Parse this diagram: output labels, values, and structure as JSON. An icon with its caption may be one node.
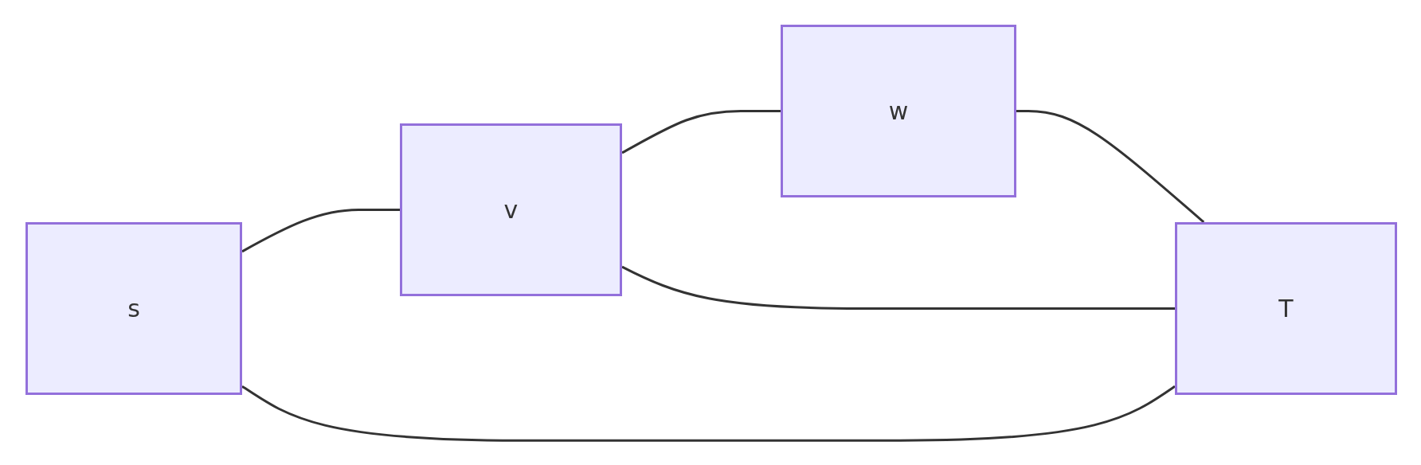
{
  "diagram": {
    "nodes": [
      {
        "text": [
          "s"
        ]
      },
      {
        "text": [
          "v"
        ]
      },
      {
        "text": [
          "w"
        ]
      },
      {
        "text": [
          "T"
        ]
      }
    ],
    "edges": [
      {
        "from": 0,
        "to": 1,
        "arrow": "none"
      },
      {
        "from": 1,
        "to": 2,
        "arrow": "none"
      },
      {
        "from": 2,
        "to": 3,
        "arrow": "none"
      },
      {
        "from": 1,
        "to": 3,
        "arrow": "none"
      },
      {
        "from": 0,
        "to": 3,
        "arrow": "none"
      }
    ]
  }
}
